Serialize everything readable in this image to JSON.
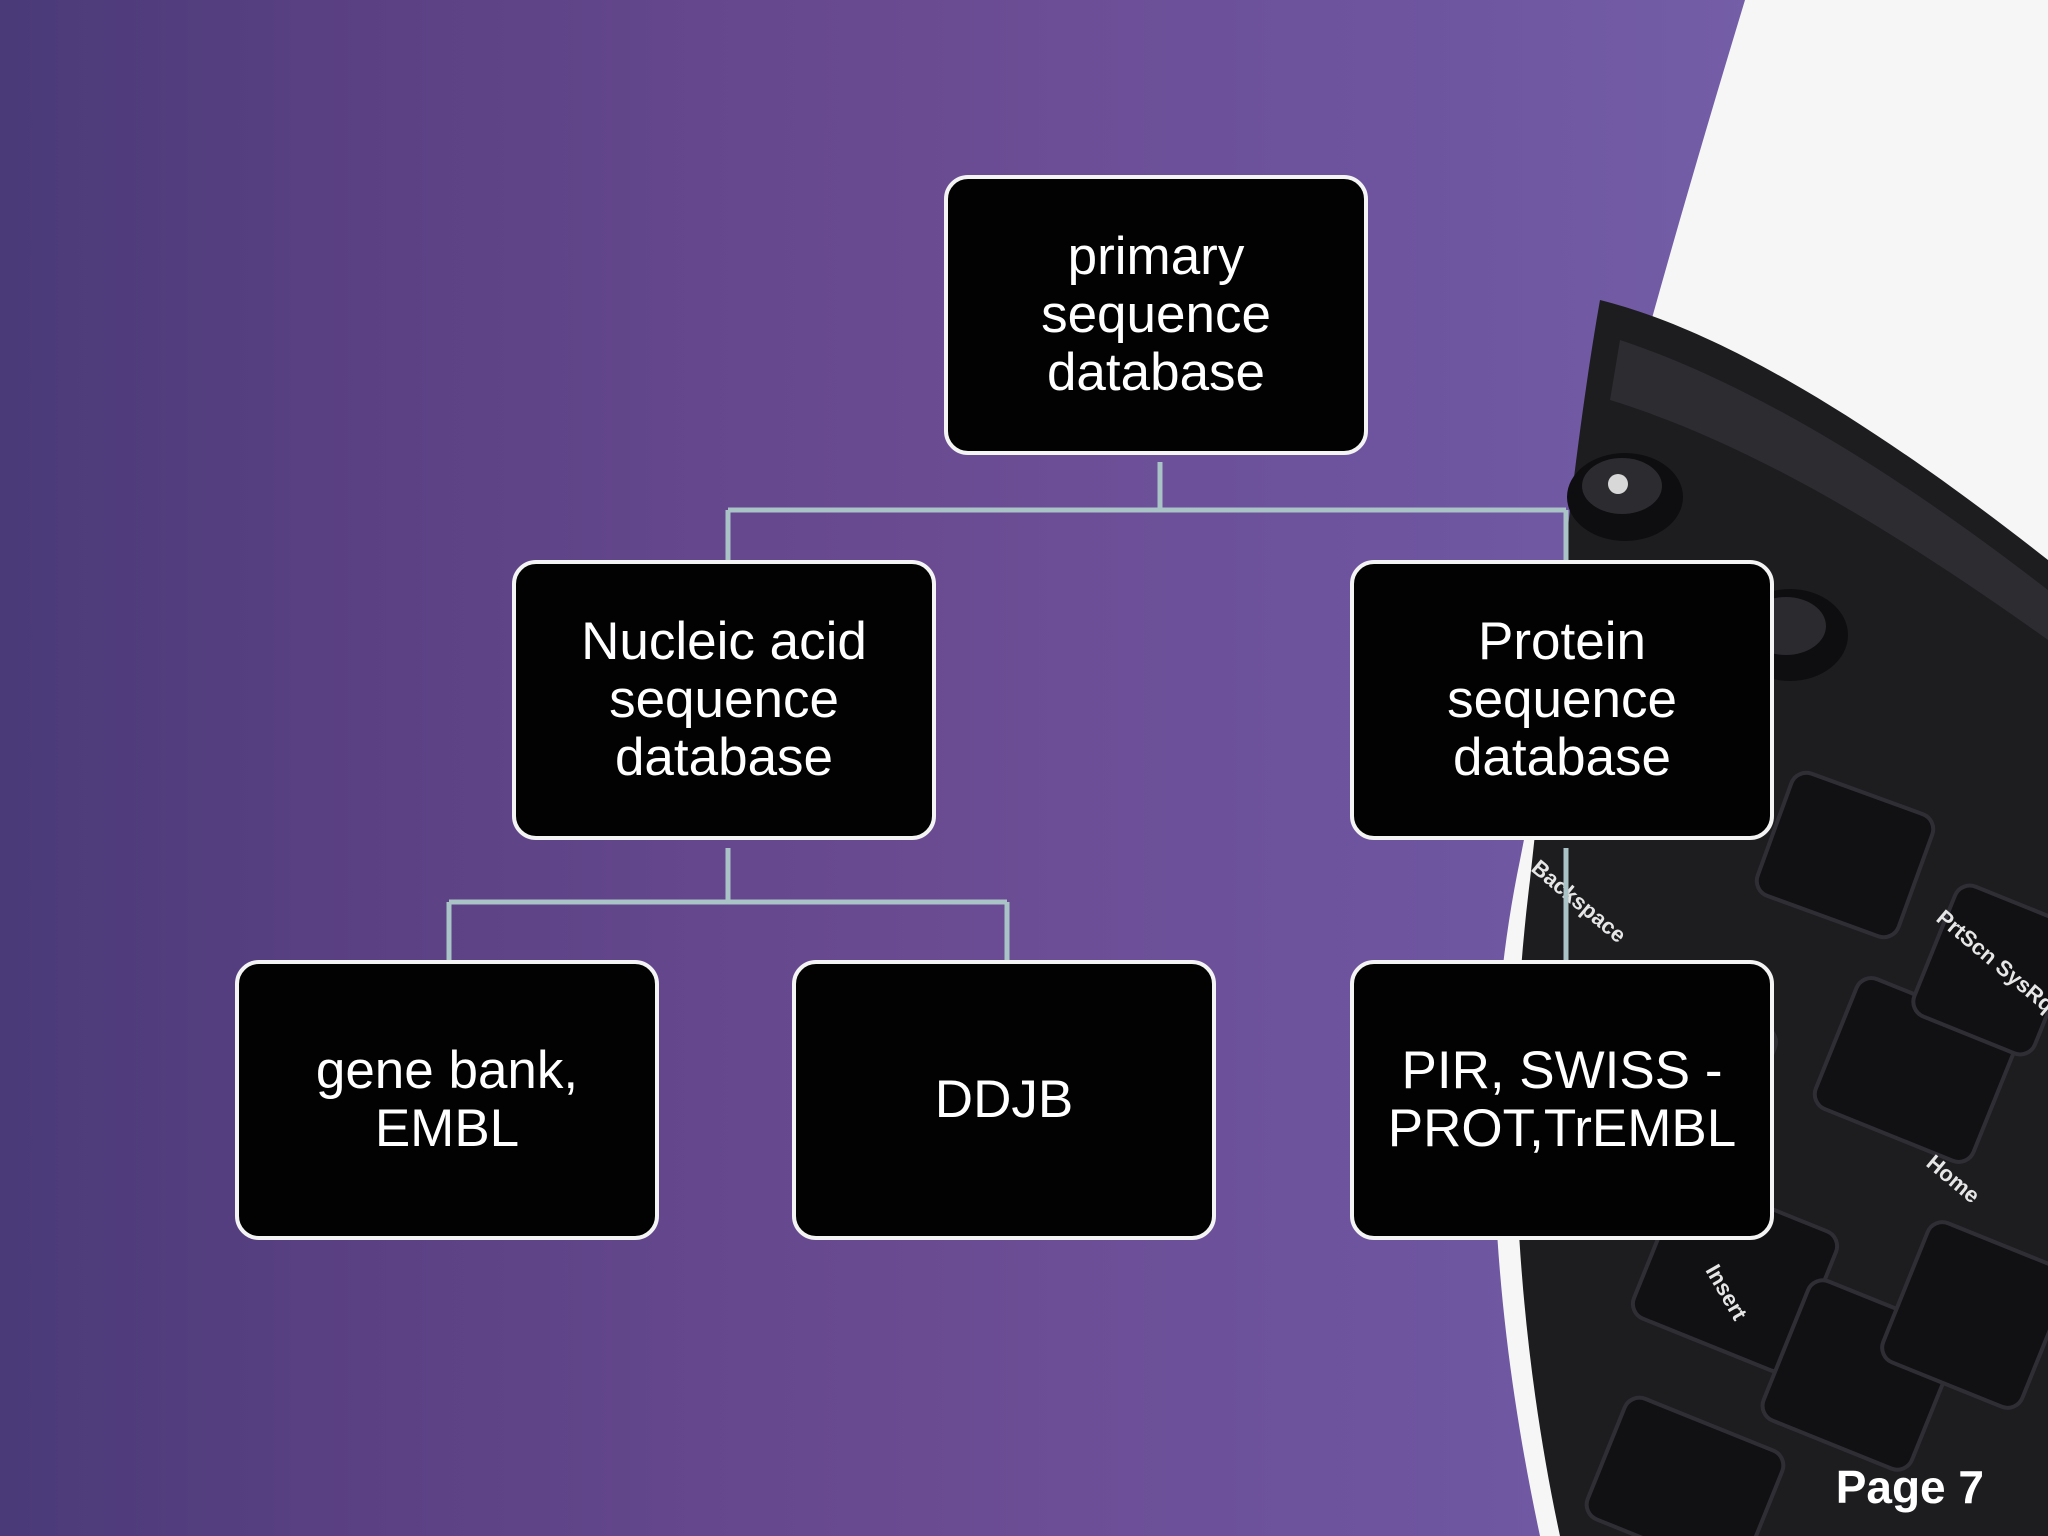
{
  "diagram": {
    "root": "primary\nsequence\ndatabase",
    "nucleic": "Nucleic acid\nsequence\ndatabase",
    "protein": "Protein\nsequence\ndatabase",
    "genebank": "gene bank,\nEMBL",
    "ddjb": "DDJB",
    "pir": "PIR, SWISS -\nPROT,TrEMBL"
  },
  "footer": {
    "page": "Page 7"
  },
  "colors": {
    "connector": "#a9c3c6",
    "node_fill": "#030203",
    "node_border": "#f4f4f4"
  },
  "decor": {
    "photo": "keyboard-photo",
    "keys_text": [
      "Backspace",
      "PrtScn SysRq",
      "Home",
      "Insert"
    ]
  }
}
